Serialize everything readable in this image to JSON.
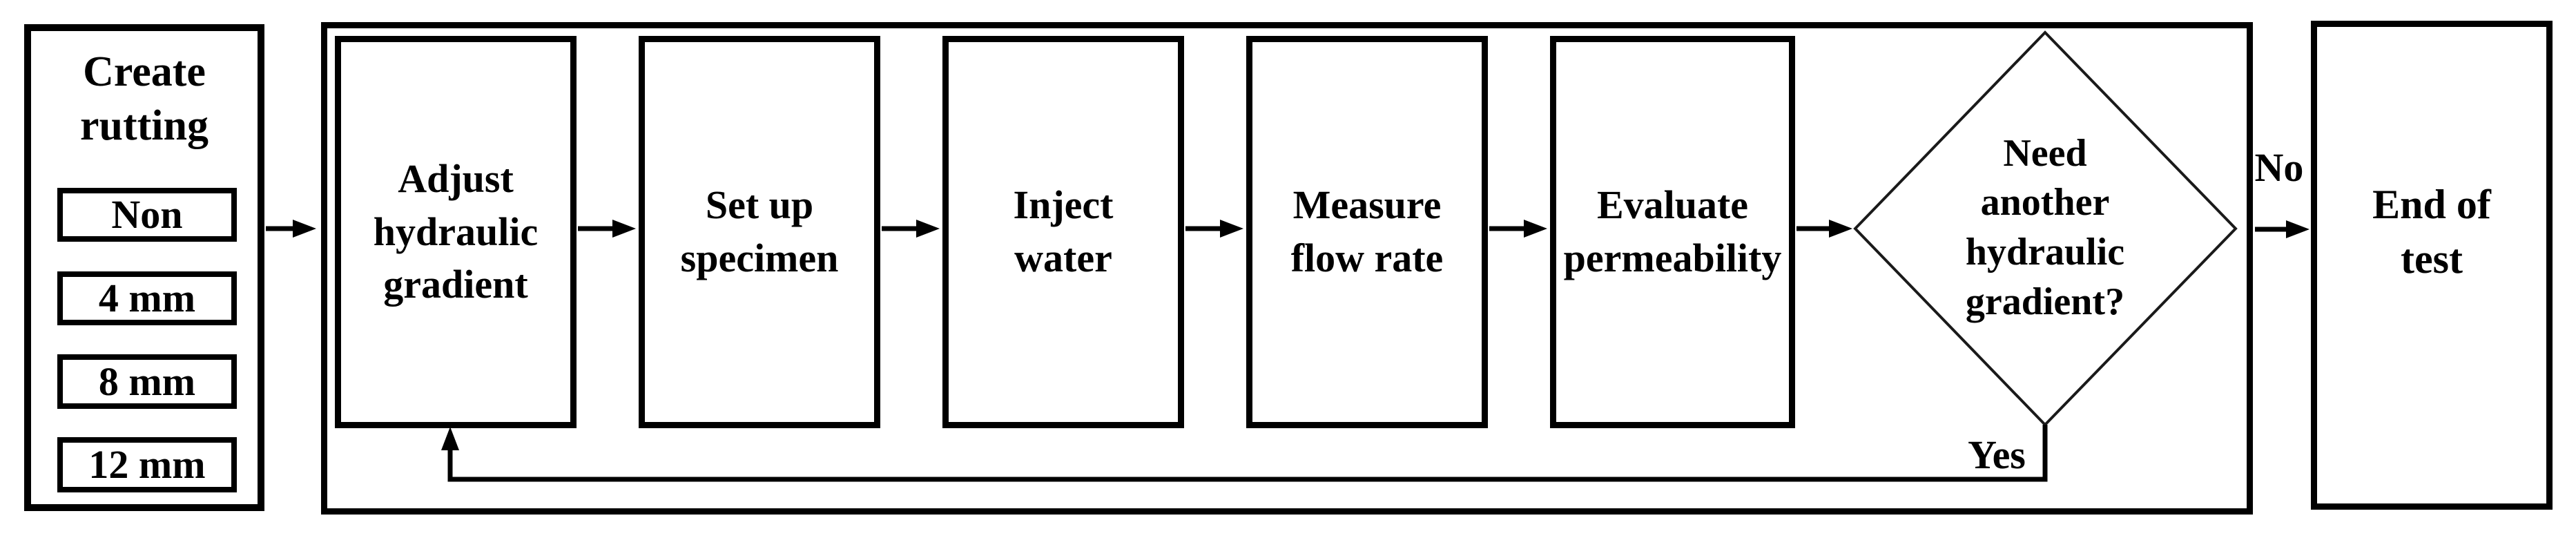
{
  "flowchart": {
    "rutting_panel": {
      "title": "Create\nrutting",
      "options": [
        "Non",
        "4 mm",
        "8 mm",
        "12 mm"
      ]
    },
    "steps": [
      "Adjust\nhydraulic\ngradient",
      "Set up\nspecimen",
      "Inject\nwater",
      "Measure\nflow rate",
      "Evaluate\npermeability"
    ],
    "decision": "Need\nanother\nhydraulic\ngradient?",
    "yes_label": "Yes",
    "no_label": "No",
    "end_box": "End of\ntest",
    "colors": {
      "line": "#000000",
      "background": "#ffffff",
      "text": "#000000"
    }
  }
}
